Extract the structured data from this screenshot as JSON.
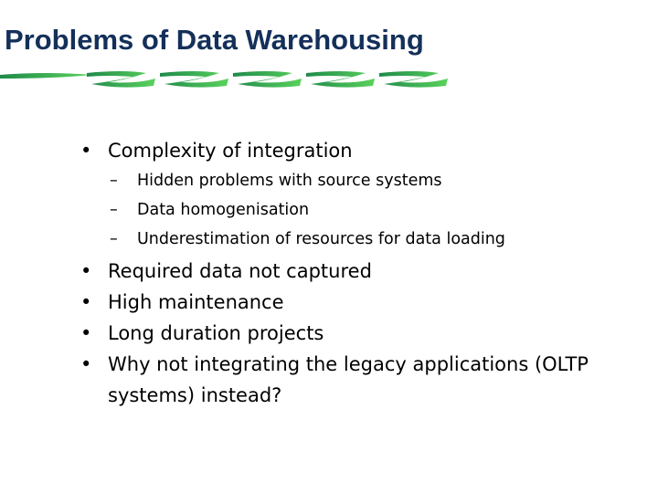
{
  "slide": {
    "title": "Problems of Data Warehousing",
    "colors": {
      "title_text": "#14305a",
      "swoosh_dark": "#1f8a4a",
      "swoosh_light": "#5ad25c"
    },
    "bullets": [
      {
        "marker": "•",
        "text": "Complexity of integration",
        "subbullets": [
          {
            "marker": "–",
            "text": "Hidden problems with source systems"
          },
          {
            "marker": "–",
            "text": "Data homogenisation"
          },
          {
            "marker": "–",
            "text": "Underestimation of resources for data loading"
          }
        ]
      },
      {
        "marker": "•",
        "text": "Required data not captured"
      },
      {
        "marker": "•",
        "text": "High maintenance"
      },
      {
        "marker": "•",
        "text": "Long duration projects"
      },
      {
        "marker": "•",
        "text": "Why not integrating the legacy applications (OLTP systems) instead?"
      }
    ]
  }
}
